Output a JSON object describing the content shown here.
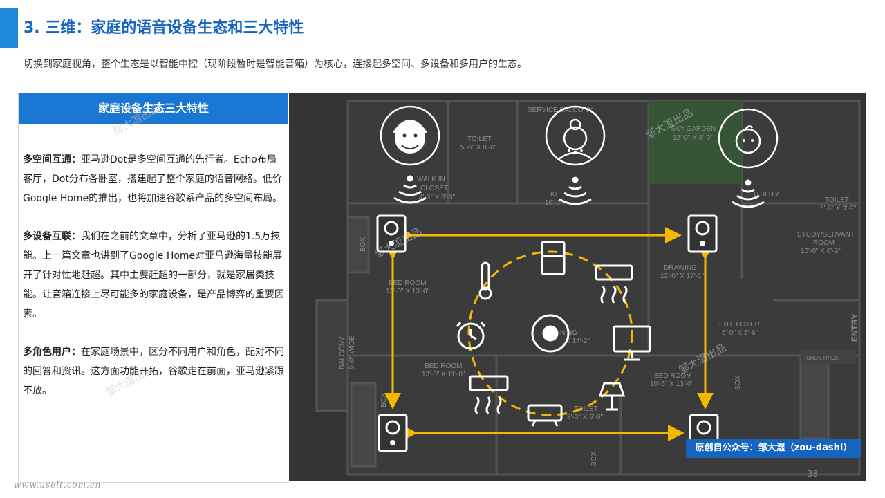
{
  "header": {
    "title": "3. 三维：家庭的语音设备生态和三大特性",
    "subtitle": "切换到家庭视角，整个生态是以智能中控（现阶段暂时是智能音箱）为核心，连接起多空间、多设备和多用户的生态。"
  },
  "panel": {
    "heading": "家庭设备生态三大特性",
    "sections": [
      {
        "label": "多空间互通：",
        "text": "亚马逊Dot是多空间互通的先行者。Echo布局客厅，Dot分布各卧室，搭建起了整个家庭的语音网络。低价Google Home的推出，也将加速谷歌系产品的多空间布局。"
      },
      {
        "label": "多设备互联：",
        "text": "我们在之前的文章中，分析了亚马逊的1.5万技能。上一篇文章也讲到了Google Home对亚马逊海量技能展开了针对性地赶超。其中主要赶超的一部分，就是家居类技能。让音箱连接上尽可能多的家庭设备，是产品博弈的重要因素。"
      },
      {
        "label": "多角色用户：",
        "text": "在家庭场景中，区分不同用户和角色，配对不同的回答和资讯。这方面功能开拓，谷歌走在前面，亚马逊紧跟不放。"
      }
    ]
  },
  "floorplan": {
    "rooms": {
      "service_balcony": "SERVICE BALCONY",
      "toilet_1": "TOILET",
      "toilet_1_dim": "5'-6\" X 8'-6\"",
      "walk_in": "WALK IN",
      "closet": "CLOSET",
      "closet_dim": "4'-3\" X 6'-3\"",
      "kitchen": "KIT",
      "kitchen_dim": "10'-0\"",
      "sky_garden": "SKY GARDEN",
      "sky_garden_dim": "12'-0\" X 8'-0\"",
      "utility": "UTILITY",
      "toilet_2": "TOILET",
      "toilet_2_dim": "5'-6\" X 3'-9\"",
      "study": "STUDY/SERVANT",
      "study_room": "ROOM",
      "study_dim": "10'-0\" X 6'-9\"",
      "box_1": "BOX",
      "bedroom_1": "BED ROOM",
      "bedroom_1_dim": "13'-0\" X 13'-0\"",
      "drawing": "DRAWING",
      "drawing_dim": "12'-0\" X 17'-1\"",
      "dining": "NING",
      "dining_dim": "X 14'-2\"",
      "ent_foyer": "ENT. FOYER",
      "ent_foyer_dim": "6'-0\" X 5'-6\"",
      "entry": "ENTRY",
      "balcony": "BALCONY",
      "balcony_dim": "5'-0\" WIDE",
      "shoe_rack": "SHOE RACK",
      "bedroom_2": "BED ROOM",
      "bedroom_2_dim": "13'-0\" X 11'-0\"",
      "bedroom_3": "BED ROOM",
      "bedroom_3_dim": "10'-6\" X 13'-0\"",
      "box_2": "BOX",
      "box_3": "BOX",
      "toilet_3": "TOILET",
      "toilet_3_dim": "8'-0\" X 5'-6\"",
      "box_4": "BOX"
    },
    "icons": {
      "users": [
        "man-avatar-icon",
        "woman-avatar-icon",
        "child-avatar-icon"
      ],
      "speakers": 4,
      "devices": [
        "thermometer-icon",
        "refrigerator-icon",
        "air-conditioner-icon",
        "alarm-clock-icon",
        "smart-hub-icon",
        "monitor-icon",
        "air-conditioner-icon",
        "floor-lamp-icon",
        "projector-icon"
      ]
    },
    "colors": {
      "connector": "#f5b800",
      "icon": "#ffffff",
      "overlay": "#3a3a3a",
      "garden": "#3d6b3d"
    }
  },
  "watermark": "邹大湿出品",
  "source_badge": "原创自公众号：邹大湿（zou-dashi）",
  "page_number": "38",
  "site_url": "www.uselt.com.cn",
  "colors": {
    "accent": "#1e88d8",
    "title": "#1565c0",
    "panel_header": "#1976d2"
  }
}
